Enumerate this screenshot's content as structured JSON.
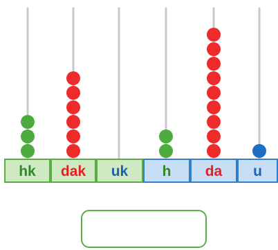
{
  "abacus": {
    "columns": [
      {
        "label": "hk",
        "bead_count": 3,
        "bead_color": "#4daa3f",
        "label_color": "#2e8a27",
        "cell_fill": "#cfeac2",
        "cell_stroke": "#5aac44"
      },
      {
        "label": "dak",
        "bead_count": 6,
        "bead_color": "#ee2a2a",
        "label_color": "#e31e24",
        "cell_fill": "#cfeac2",
        "cell_stroke": "#5aac44"
      },
      {
        "label": "uk",
        "bead_count": 0,
        "bead_color": "#1d6fc1",
        "label_color": "#1a62b4",
        "cell_fill": "#cfeac2",
        "cell_stroke": "#5aac44"
      },
      {
        "label": "h",
        "bead_count": 2,
        "bead_color": "#4daa3f",
        "label_color": "#2e8a27",
        "cell_fill": "#c7def5",
        "cell_stroke": "#2f7fd0"
      },
      {
        "label": "da",
        "bead_count": 9,
        "bead_color": "#ee2a2a",
        "label_color": "#e31e24",
        "cell_fill": "#c7def5",
        "cell_stroke": "#2f7fd0"
      },
      {
        "label": "u",
        "bead_count": 1,
        "bead_color": "#1d6fc1",
        "label_color": "#1a62b4",
        "cell_fill": "#c7def5",
        "cell_stroke": "#2f7fd0"
      }
    ],
    "rod_color": "#c8c8c8"
  },
  "answer": {
    "value": "",
    "border_color": "#5aac44"
  }
}
